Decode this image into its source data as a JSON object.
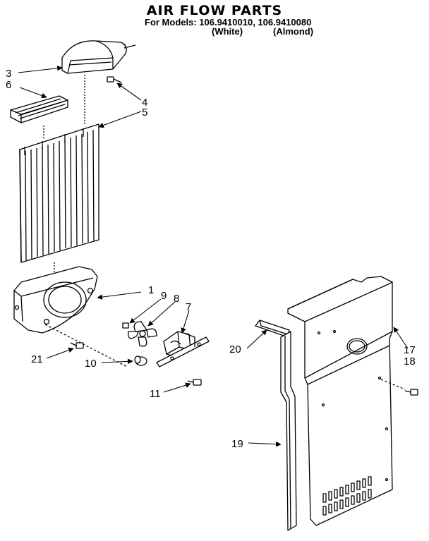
{
  "header": {
    "title": "AIR FLOW PARTS",
    "models": "For Models: 106.9410010, 106.9410080",
    "variant_white": "(White)",
    "variant_almond": "(Almond)"
  },
  "callouts": [
    {
      "id": "3",
      "text": "3"
    },
    {
      "id": "6",
      "text": "6"
    },
    {
      "id": "4",
      "text": "4"
    },
    {
      "id": "5",
      "text": "5"
    },
    {
      "id": "1",
      "text": "1"
    },
    {
      "id": "9",
      "text": "9"
    },
    {
      "id": "8",
      "text": "8"
    },
    {
      "id": "7",
      "text": "7"
    },
    {
      "id": "21",
      "text": "21"
    },
    {
      "id": "10",
      "text": "10"
    },
    {
      "id": "11",
      "text": "11"
    },
    {
      "id": "20",
      "text": "20"
    },
    {
      "id": "17",
      "text": "17"
    },
    {
      "id": "18",
      "text": "18"
    },
    {
      "id": "19",
      "text": "19"
    }
  ]
}
